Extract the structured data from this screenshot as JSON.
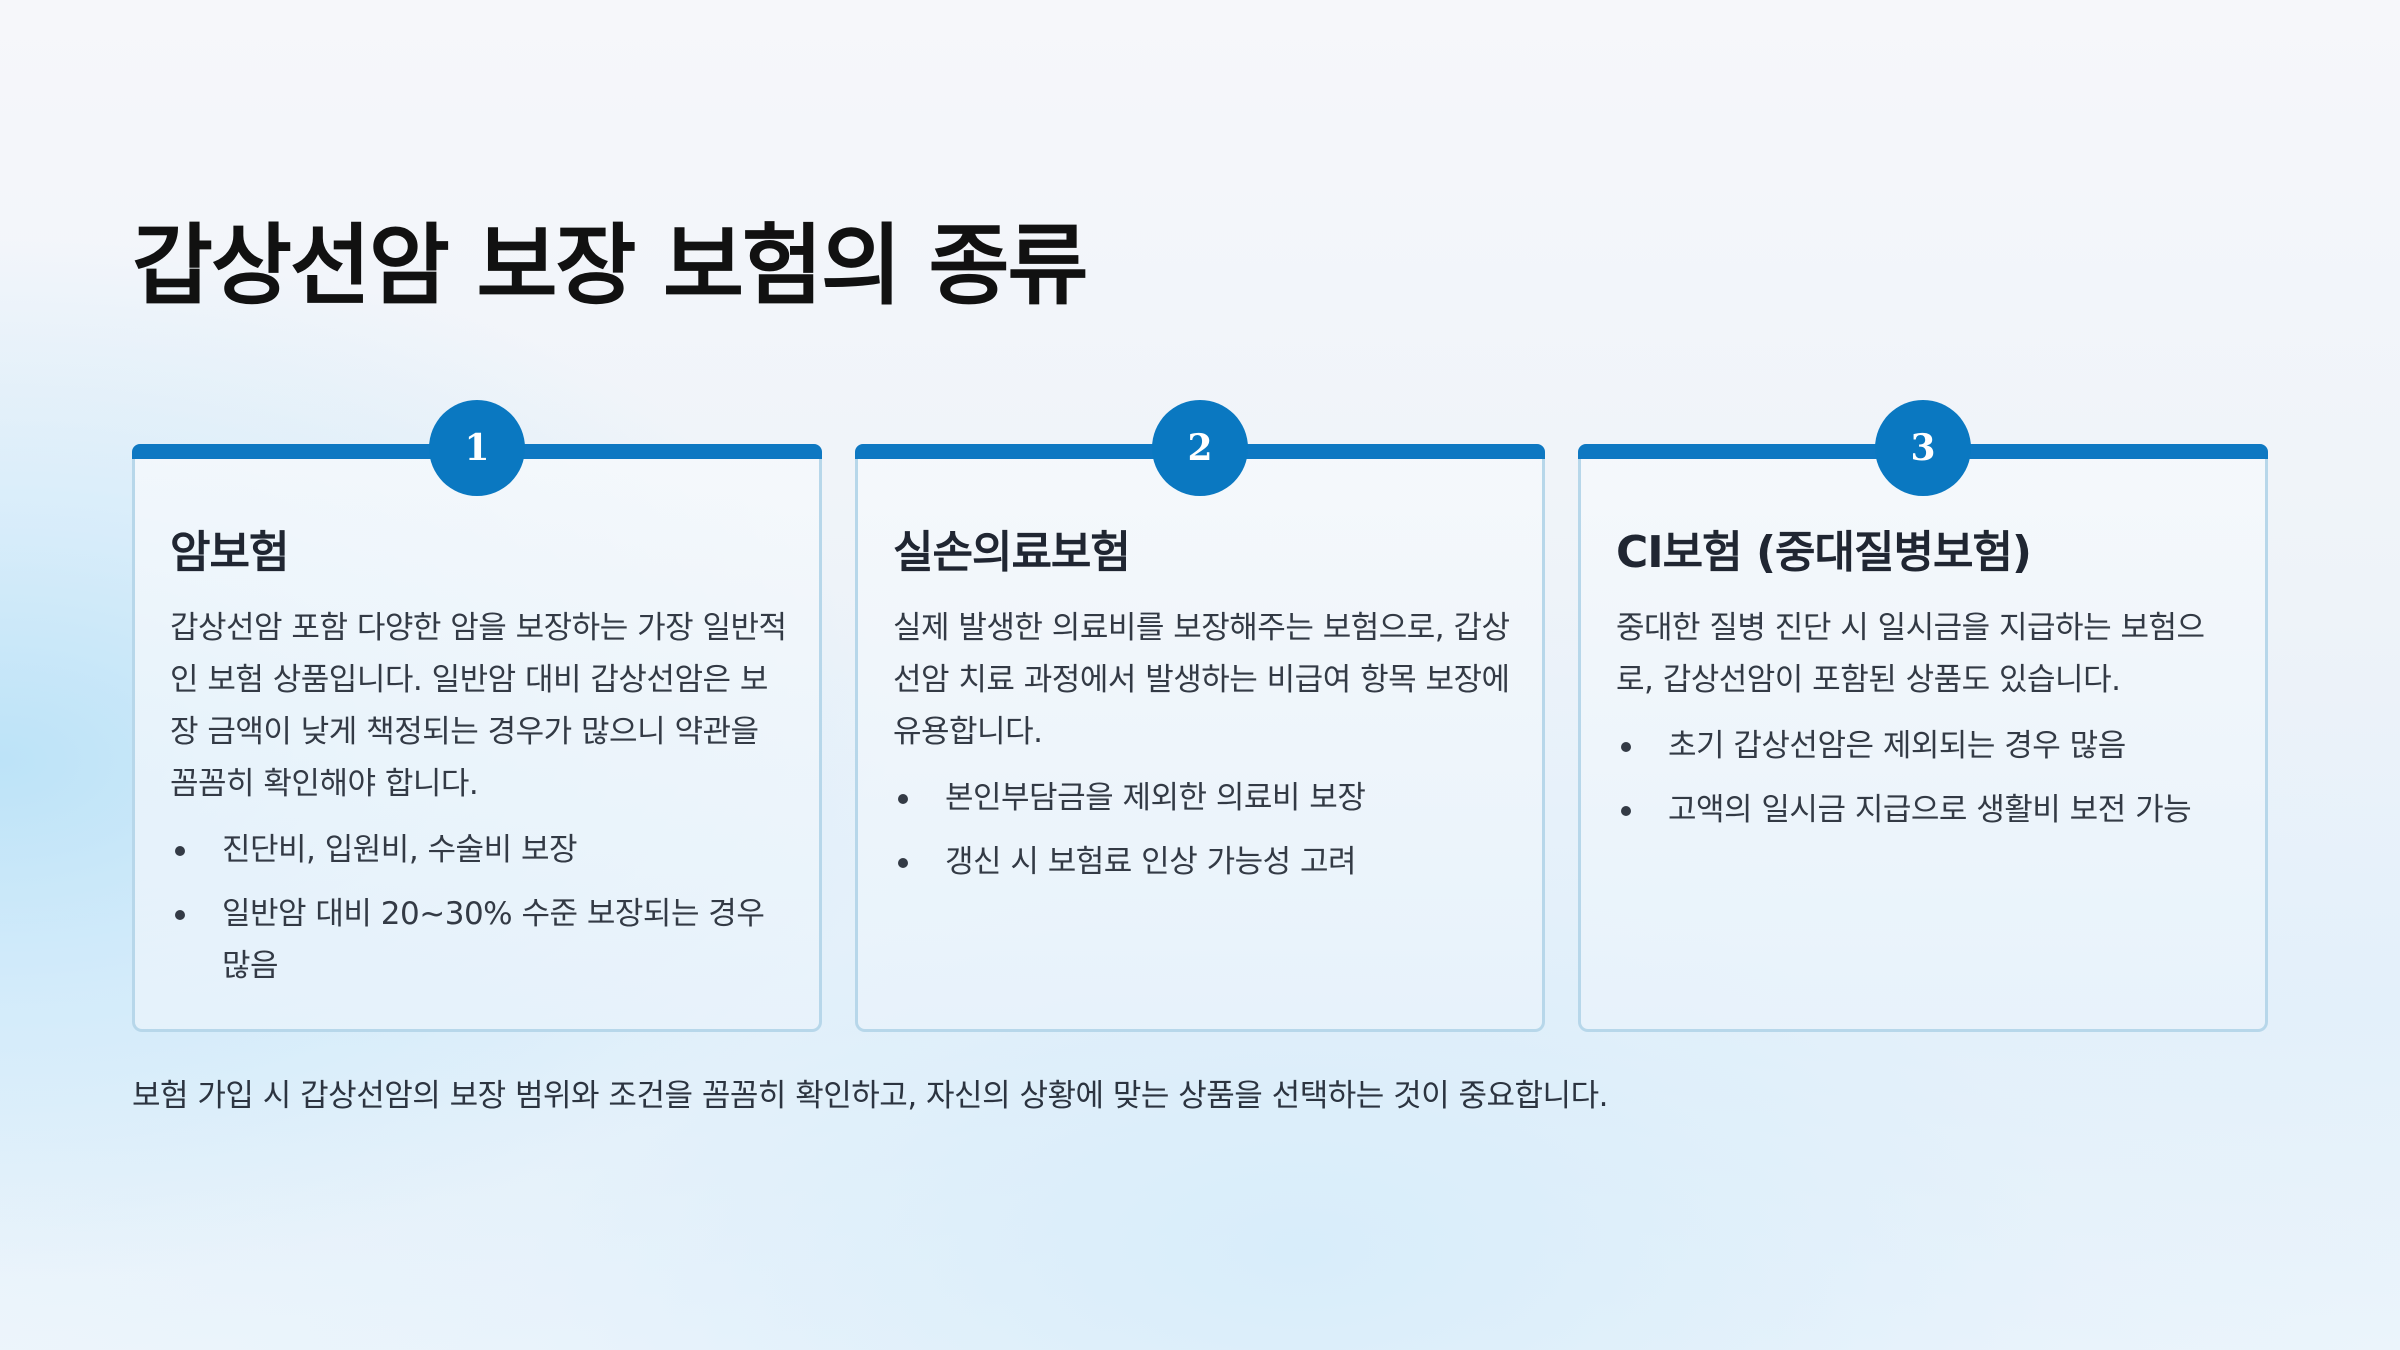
{
  "title": "갑상선암 보장 보험의 종류",
  "cards": [
    {
      "number": "1",
      "title": "암보험",
      "description": "갑상선암 포함 다양한 암을 보장하는 가장 일반적인 보험 상품입니다. 일반암 대비 갑상선암은 보장 금액이 낮게 책정되는 경우가 많으니 약관을 꼼꼼히 확인해야 합니다.",
      "bullets": [
        "진단비, 입원비, 수술비 보장",
        "일반암 대비 20~30% 수준 보장되는 경우 많음"
      ]
    },
    {
      "number": "2",
      "title": "실손의료보험",
      "description": "실제 발생한 의료비를 보장해주는 보험으로, 갑상선암 치료 과정에서 발생하는 비급여 항목 보장에 유용합니다.",
      "bullets": [
        "본인부담금을 제외한 의료비 보장",
        "갱신 시 보험료 인상 가능성 고려"
      ]
    },
    {
      "number": "3",
      "title": "CI보험 (중대질병보험)",
      "description": "중대한 질병 진단 시 일시금을 지급하는 보험으로, 갑상선암이 포함된 상품도 있습니다.",
      "bullets": [
        "초기 갑상선암은 제외되는 경우 많음",
        "고액의 일시금 지급으로 생활비 보전 가능"
      ]
    }
  ],
  "footer": "보험 가입 시 갑상선암의 보장 범위와 조건을 꼼꼼히 확인하고, 자신의 상황에 맞는 상품을 선택하는 것이 중요합니다.",
  "colors": {
    "accent": "#0a78c1",
    "card_border": "#b7d7ea",
    "title_text": "#111111"
  }
}
